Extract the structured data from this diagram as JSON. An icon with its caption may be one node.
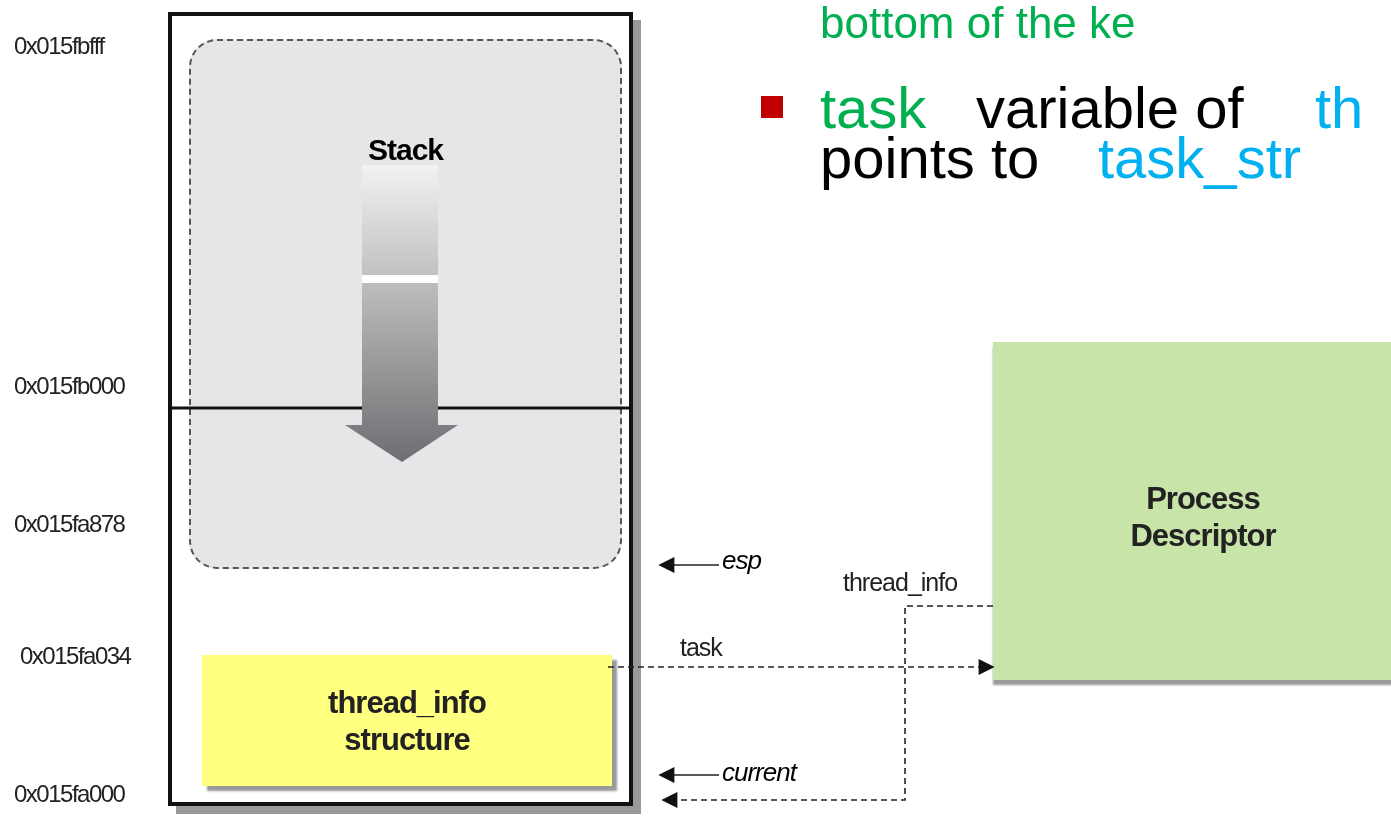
{
  "diagram": {
    "nodes": [
      {
        "text": [],
        "shape": "box"
      },
      {
        "text": [
          "Stack"
        ],
        "in": 0
      },
      {
        "text": [
          "thread_info structure"
        ],
        "in": 0
      },
      {
        "text": [
          "Process Descriptor"
        ]
      },
      {
        "text": [
          "esp"
        ]
      },
      {
        "text": [
          "current"
        ]
      }
    ],
    "edges": [
      {
        "from": 2,
        "to": 3,
        "arrow": "to",
        "style": "dashed",
        "label": "task"
      },
      {
        "from": 3,
        "to": 0,
        "arrow": "to",
        "style": "dashed",
        "label": "thread_info"
      },
      {
        "from": 4,
        "to": 0,
        "arrow": "to"
      },
      {
        "from": 5,
        "to": 0,
        "arrow": "to"
      }
    ],
    "labels": [
      "0x015fbfff",
      "0x015fb000",
      "0x015fa878",
      "0x015fa034",
      "0x015fa000",
      "bottom of the ke",
      "task",
      "variable of",
      "th",
      "points to",
      "task_str"
    ]
  }
}
